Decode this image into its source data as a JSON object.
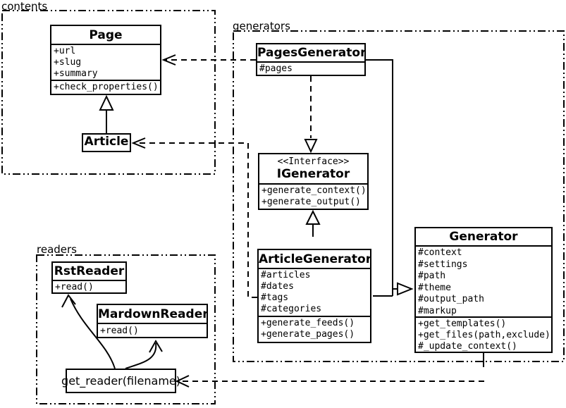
{
  "packages": {
    "contents": {
      "label": "contents"
    },
    "generators": {
      "label": "generators"
    },
    "readers": {
      "label": "readers"
    }
  },
  "classes": {
    "page": {
      "name": "Page",
      "attributes": [
        "+url",
        "+slug",
        "+summary"
      ],
      "methods": [
        "+check_properties()"
      ]
    },
    "article": {
      "name": "Article"
    },
    "pages_generator": {
      "name": "PagesGenerator",
      "attributes": [
        "#pages"
      ]
    },
    "igenerator": {
      "stereotype": "<<Interface>>",
      "name": "IGenerator",
      "methods": [
        "+generate_context()",
        "+generate_output()"
      ]
    },
    "article_generator": {
      "name": "ArticleGenerator",
      "attributes": [
        "#articles",
        "#dates",
        "#tags",
        "#categories"
      ],
      "methods": [
        "+generate_feeds()",
        "+generate_pages()"
      ]
    },
    "generator": {
      "name": "Generator",
      "attributes": [
        "#context",
        "#settings",
        "#path",
        "#theme",
        "#output_path",
        "#markup"
      ],
      "methods": [
        "+get_templates()",
        "+get_files(path,exclude)",
        "#_update_context()"
      ]
    },
    "rst_reader": {
      "name": "RstReader",
      "methods": [
        "+read()"
      ]
    },
    "mardown_reader": {
      "name": "MardownReader",
      "methods": [
        "+read()"
      ]
    },
    "get_reader": {
      "name": "get_reader(filename)"
    }
  },
  "relationships": [
    {
      "from": "Article",
      "to": "Page",
      "type": "inheritance"
    },
    {
      "from": "PagesGenerator",
      "to": "IGenerator",
      "type": "realization"
    },
    {
      "from": "ArticleGenerator",
      "to": "IGenerator",
      "type": "inheritance"
    },
    {
      "from": "PagesGenerator",
      "to": "Generator",
      "type": "inheritance"
    },
    {
      "from": "ArticleGenerator",
      "to": "Generator",
      "type": "inheritance"
    },
    {
      "from": "PagesGenerator",
      "to": "Page",
      "type": "dependency"
    },
    {
      "from": "ArticleGenerator",
      "to": "Article",
      "type": "dependency"
    },
    {
      "from": "Generator",
      "to": "get_reader(filename)",
      "type": "dependency"
    },
    {
      "from": "get_reader(filename)",
      "to": "RstReader",
      "type": "dependency"
    },
    {
      "from": "get_reader(filename)",
      "to": "MardownReader",
      "type": "dependency"
    }
  ],
  "colors": {
    "line": "#000000",
    "background": "#ffffff"
  }
}
